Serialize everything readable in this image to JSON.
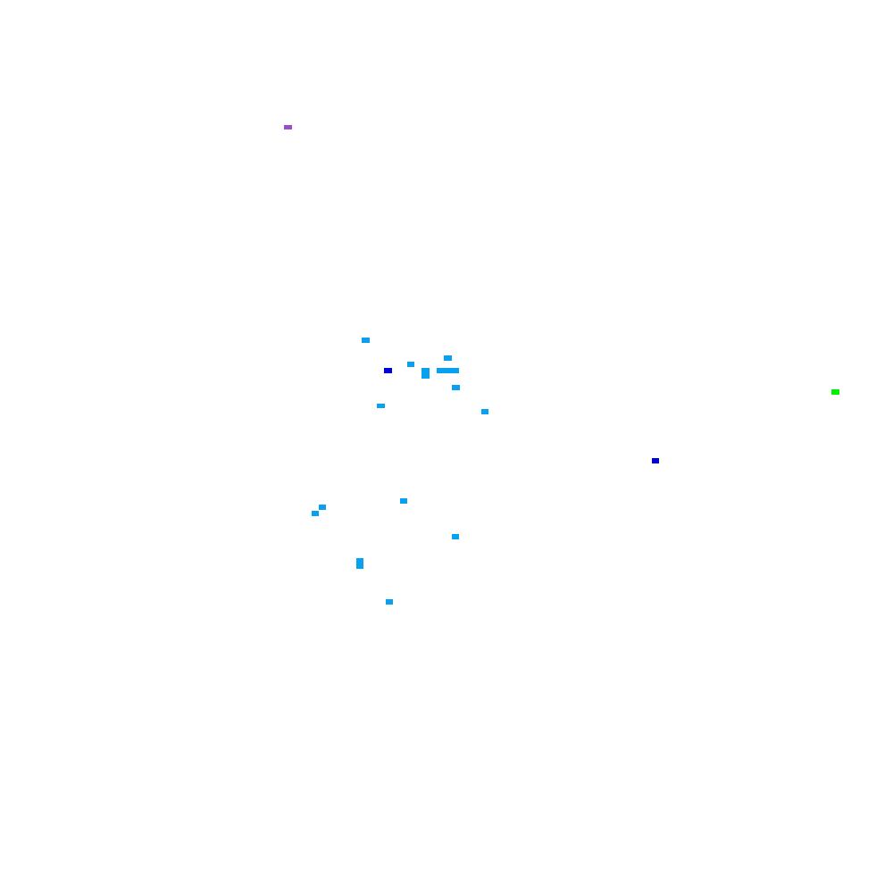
{
  "palette": {
    "background": "#ffffff",
    "cyan": "#0aa0f0",
    "blue": "#0000dc",
    "purple": "#9650c8",
    "green": "#00f000"
  },
  "marks": [
    {
      "id": "mark-purple",
      "color": "purple"
    },
    {
      "id": "mark-cyan-1",
      "color": "cyan"
    },
    {
      "id": "mark-cyan-2",
      "color": "cyan"
    },
    {
      "id": "mark-cyan-3",
      "color": "cyan"
    },
    {
      "id": "mark-cyan-4",
      "color": "cyan"
    },
    {
      "id": "mark-cyan-5",
      "color": "cyan"
    },
    {
      "id": "mark-cyan-6",
      "color": "cyan"
    },
    {
      "id": "mark-blue-1",
      "color": "blue"
    },
    {
      "id": "mark-cyan-7",
      "color": "cyan"
    },
    {
      "id": "mark-cyan-8",
      "color": "cyan"
    },
    {
      "id": "mark-cyan-9",
      "color": "cyan"
    },
    {
      "id": "mark-green",
      "color": "green"
    },
    {
      "id": "mark-blue-2",
      "color": "blue"
    },
    {
      "id": "mark-cyan-10",
      "color": "cyan"
    },
    {
      "id": "mark-cyan-11",
      "color": "cyan"
    },
    {
      "id": "mark-cyan-12",
      "color": "cyan"
    },
    {
      "id": "mark-cyan-13",
      "color": "cyan"
    },
    {
      "id": "mark-cyan-14",
      "color": "cyan"
    },
    {
      "id": "mark-cyan-15",
      "color": "cyan"
    }
  ]
}
